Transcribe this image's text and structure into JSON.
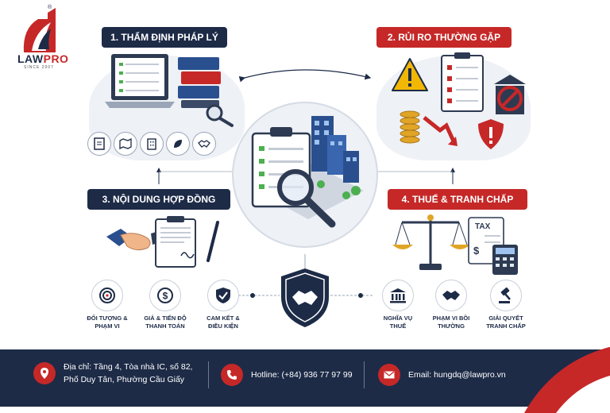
{
  "brand": {
    "name_part1": "LAW",
    "name_part2": "PRO",
    "since": "SINCE 2007",
    "registered": "®"
  },
  "sections": {
    "s1": {
      "title": "1. THẨM ĐỊNH PHÁP LÝ"
    },
    "s2": {
      "title": "2. RỦI RO THƯỜNG GẶP"
    },
    "s3": {
      "title": "3. NỘI DUNG HỢP ĐỒNG",
      "items": [
        {
          "line1": "ĐỐI TƯỢNG &",
          "line2": "PHẠM VI",
          "icon": "target-icon"
        },
        {
          "line1": "GIÁ & TIẾN ĐỘ",
          "line2": "THANH TOÁN",
          "icon": "dollar-icon"
        },
        {
          "line1": "CAM KẾT &",
          "line2": "ĐIỀU KIỆN",
          "icon": "shield-check-icon"
        }
      ]
    },
    "s4": {
      "title": "4. THUẾ & TRANH CHẤP",
      "tax_label": "TAX",
      "items": [
        {
          "line1": "NGHĨA VỤ",
          "line2": "THUẾ",
          "icon": "government-icon"
        },
        {
          "line1": "PHẠM VI BỒI",
          "line2": "THƯỜNG",
          "icon": "handshake-icon"
        },
        {
          "line1": "GIẢI QUYẾT",
          "line2": "TRANH CHẤP",
          "icon": "gavel-icon"
        }
      ]
    }
  },
  "footer": {
    "address_line1": "Địa chỉ: Tầng 4, Tòa nhà IC, số 82,",
    "address_line2": "Phố Duy Tân, Phường Cầu Giấy",
    "hotline": "Hotline: (+84) 936 77 97 99",
    "email": "Email: hungdq@lawpro.vn"
  },
  "colors": {
    "navy": "#1d2b47",
    "red": "#c62828",
    "light_bg": "#eef1f5"
  }
}
